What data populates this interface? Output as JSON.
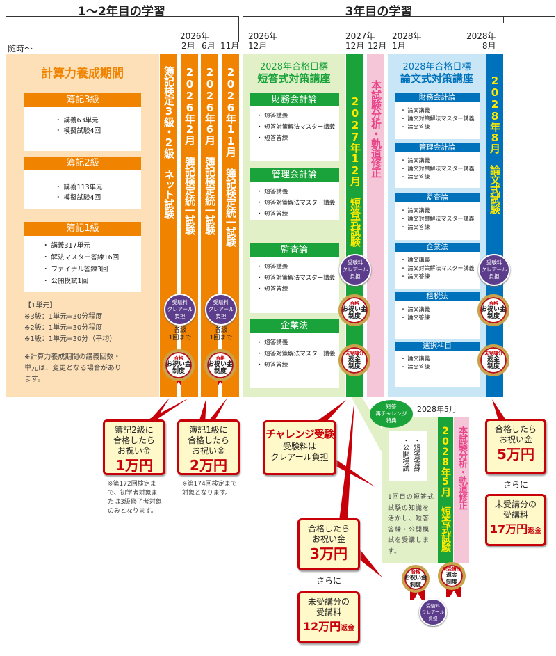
{
  "headers": {
    "year12": "1〜2年目の学習",
    "year3": "3年目の学習"
  },
  "dates": {
    "anytime": "随時〜",
    "d2026": "2026年",
    "feb": "2月",
    "jun": "6月",
    "nov": "11月",
    "dec2026": "2026年\n12月",
    "dec2027": "2027年\n12月",
    "dec2027b": "12月",
    "jan2028": "2028年\n1月",
    "aug2028": "2028年\n8月",
    "may2028": "2028年5月"
  },
  "calc": {
    "title": "計算力養成期間",
    "sections": [
      {
        "title": "簿記3級",
        "items": [
          "講義63単元",
          "模擬試験4回"
        ]
      },
      {
        "title": "簿記2級",
        "items": [
          "講義113単元",
          "模擬試験4回"
        ]
      },
      {
        "title": "簿記1級",
        "items": [
          "講義317単元",
          "解法マスター答練16回",
          "ファイナル答練3回",
          "公開模試1回"
        ]
      }
    ],
    "unit_note": [
      "【1単元】",
      "※3級：1単元=30分程度",
      "※2級：1単元=30分程度",
      "※1級：1単元=30分（平均）"
    ],
    "change_note": "※計算力養成期間の講義回数・単元は、変更となる場合があります。"
  },
  "columns": {
    "net": "簿記検定3級・2級 ネット試験",
    "feb": "2026年2月 簿記検定統一試験",
    "jun": "2026年6月 簿記検定統一試験",
    "nov": "2026年11月 簿記検定統一試験",
    "short": "2027年12月 短答式試験",
    "analysis": "本試験分析・軌道修正",
    "essay": "2028年8月 論文式試験",
    "short2": "2028年5月 短答式試験",
    "analysis2": "本試験分析・軌道修正"
  },
  "badges": {
    "fee1": "受験料",
    "fee2": "クレアール",
    "fee3": "負担",
    "each": "各級\n1回まで",
    "pass_s": "合格",
    "pass1": "お祝い金",
    "pass2": "制度",
    "ref_s": "未受講分",
    "ref1": "返金",
    "ref2": "制度"
  },
  "short_course": {
    "target": "2028年合格目標",
    "title": "短答式対策講座",
    "sections": [
      {
        "title": "財務会計論",
        "items": [
          "短答講義",
          "短答対策解法マスター講義",
          "短答答練"
        ]
      },
      {
        "title": "管理会計論",
        "items": [
          "短答講義",
          "短答対策解法マスター講義",
          "短答答練"
        ]
      },
      {
        "title": "監査論",
        "items": [
          "短答講義",
          "短答対策解法マスター講義",
          "短答答練"
        ]
      },
      {
        "title": "企業法",
        "items": [
          "短答講義",
          "短答対策解法マスター講義",
          "短答答練"
        ]
      }
    ]
  },
  "essay_course": {
    "target": "2028年合格目標",
    "title": "論文式対策講座",
    "sections": [
      {
        "title": "財務会計論",
        "items": [
          "論文講義",
          "論文対策解法マスター講義",
          "論文答練"
        ]
      },
      {
        "title": "管理会計論",
        "items": [
          "論文講義",
          "論文対策解法マスター講義",
          "論文答練"
        ]
      },
      {
        "title": "監査論",
        "items": [
          "論文講義",
          "論文対策解法マスター講義",
          "論文答練"
        ]
      },
      {
        "title": "企業法",
        "items": [
          "論文講義",
          "論文対策解法マスター講義",
          "論文答練"
        ]
      },
      {
        "title": "租税法",
        "items": [
          "論文講義",
          "論文答練"
        ]
      },
      {
        "title": "選択科目",
        "items": [
          "論文講義",
          "論文答練"
        ]
      }
    ]
  },
  "rechallenge": {
    "oval": "短答\n再チャレンジ\n特典",
    "items": [
      "短答答練",
      "公開模試"
    ],
    "desc": "1回目の短答式試験の知識を活かし、短答答練・公開模試を受講します。"
  },
  "callouts": {
    "c1": {
      "l1": "簿記2級に",
      "l2": "合格したら",
      "l3": "お祝い金",
      "amount": "1万円",
      "note": "※第172回検定まで、初学者対象または3級修了者対象のみとなります。"
    },
    "c2": {
      "l1": "簿記1級に",
      "l2": "合格したら",
      "l3": "お祝い金",
      "amount": "2万円",
      "note": "※第174回検定まで対象となります。"
    },
    "challenge": {
      "title": "チャレンジ受験",
      "l1": "受験料は",
      "l2": "クレアール負担"
    },
    "c3": {
      "l1": "合格したら",
      "l2": "お祝い金",
      "amount": "3万円",
      "more": "さらに",
      "r1": "未受講分の",
      "r2": "受講料",
      "refund": "12万円",
      "refund_suffix": "返金"
    },
    "c5": {
      "l1": "合格したら",
      "l2": "お祝い金",
      "amount": "5万円",
      "more": "さらに",
      "r1": "未受講分の",
      "r2": "受講料",
      "refund": "17万円",
      "refund_suffix": "返金"
    }
  },
  "colors": {
    "orange": "#f08300",
    "green": "#19a33a",
    "pink": "#f5c6d8",
    "blue": "#0072bc",
    "red": "#c8000a"
  }
}
